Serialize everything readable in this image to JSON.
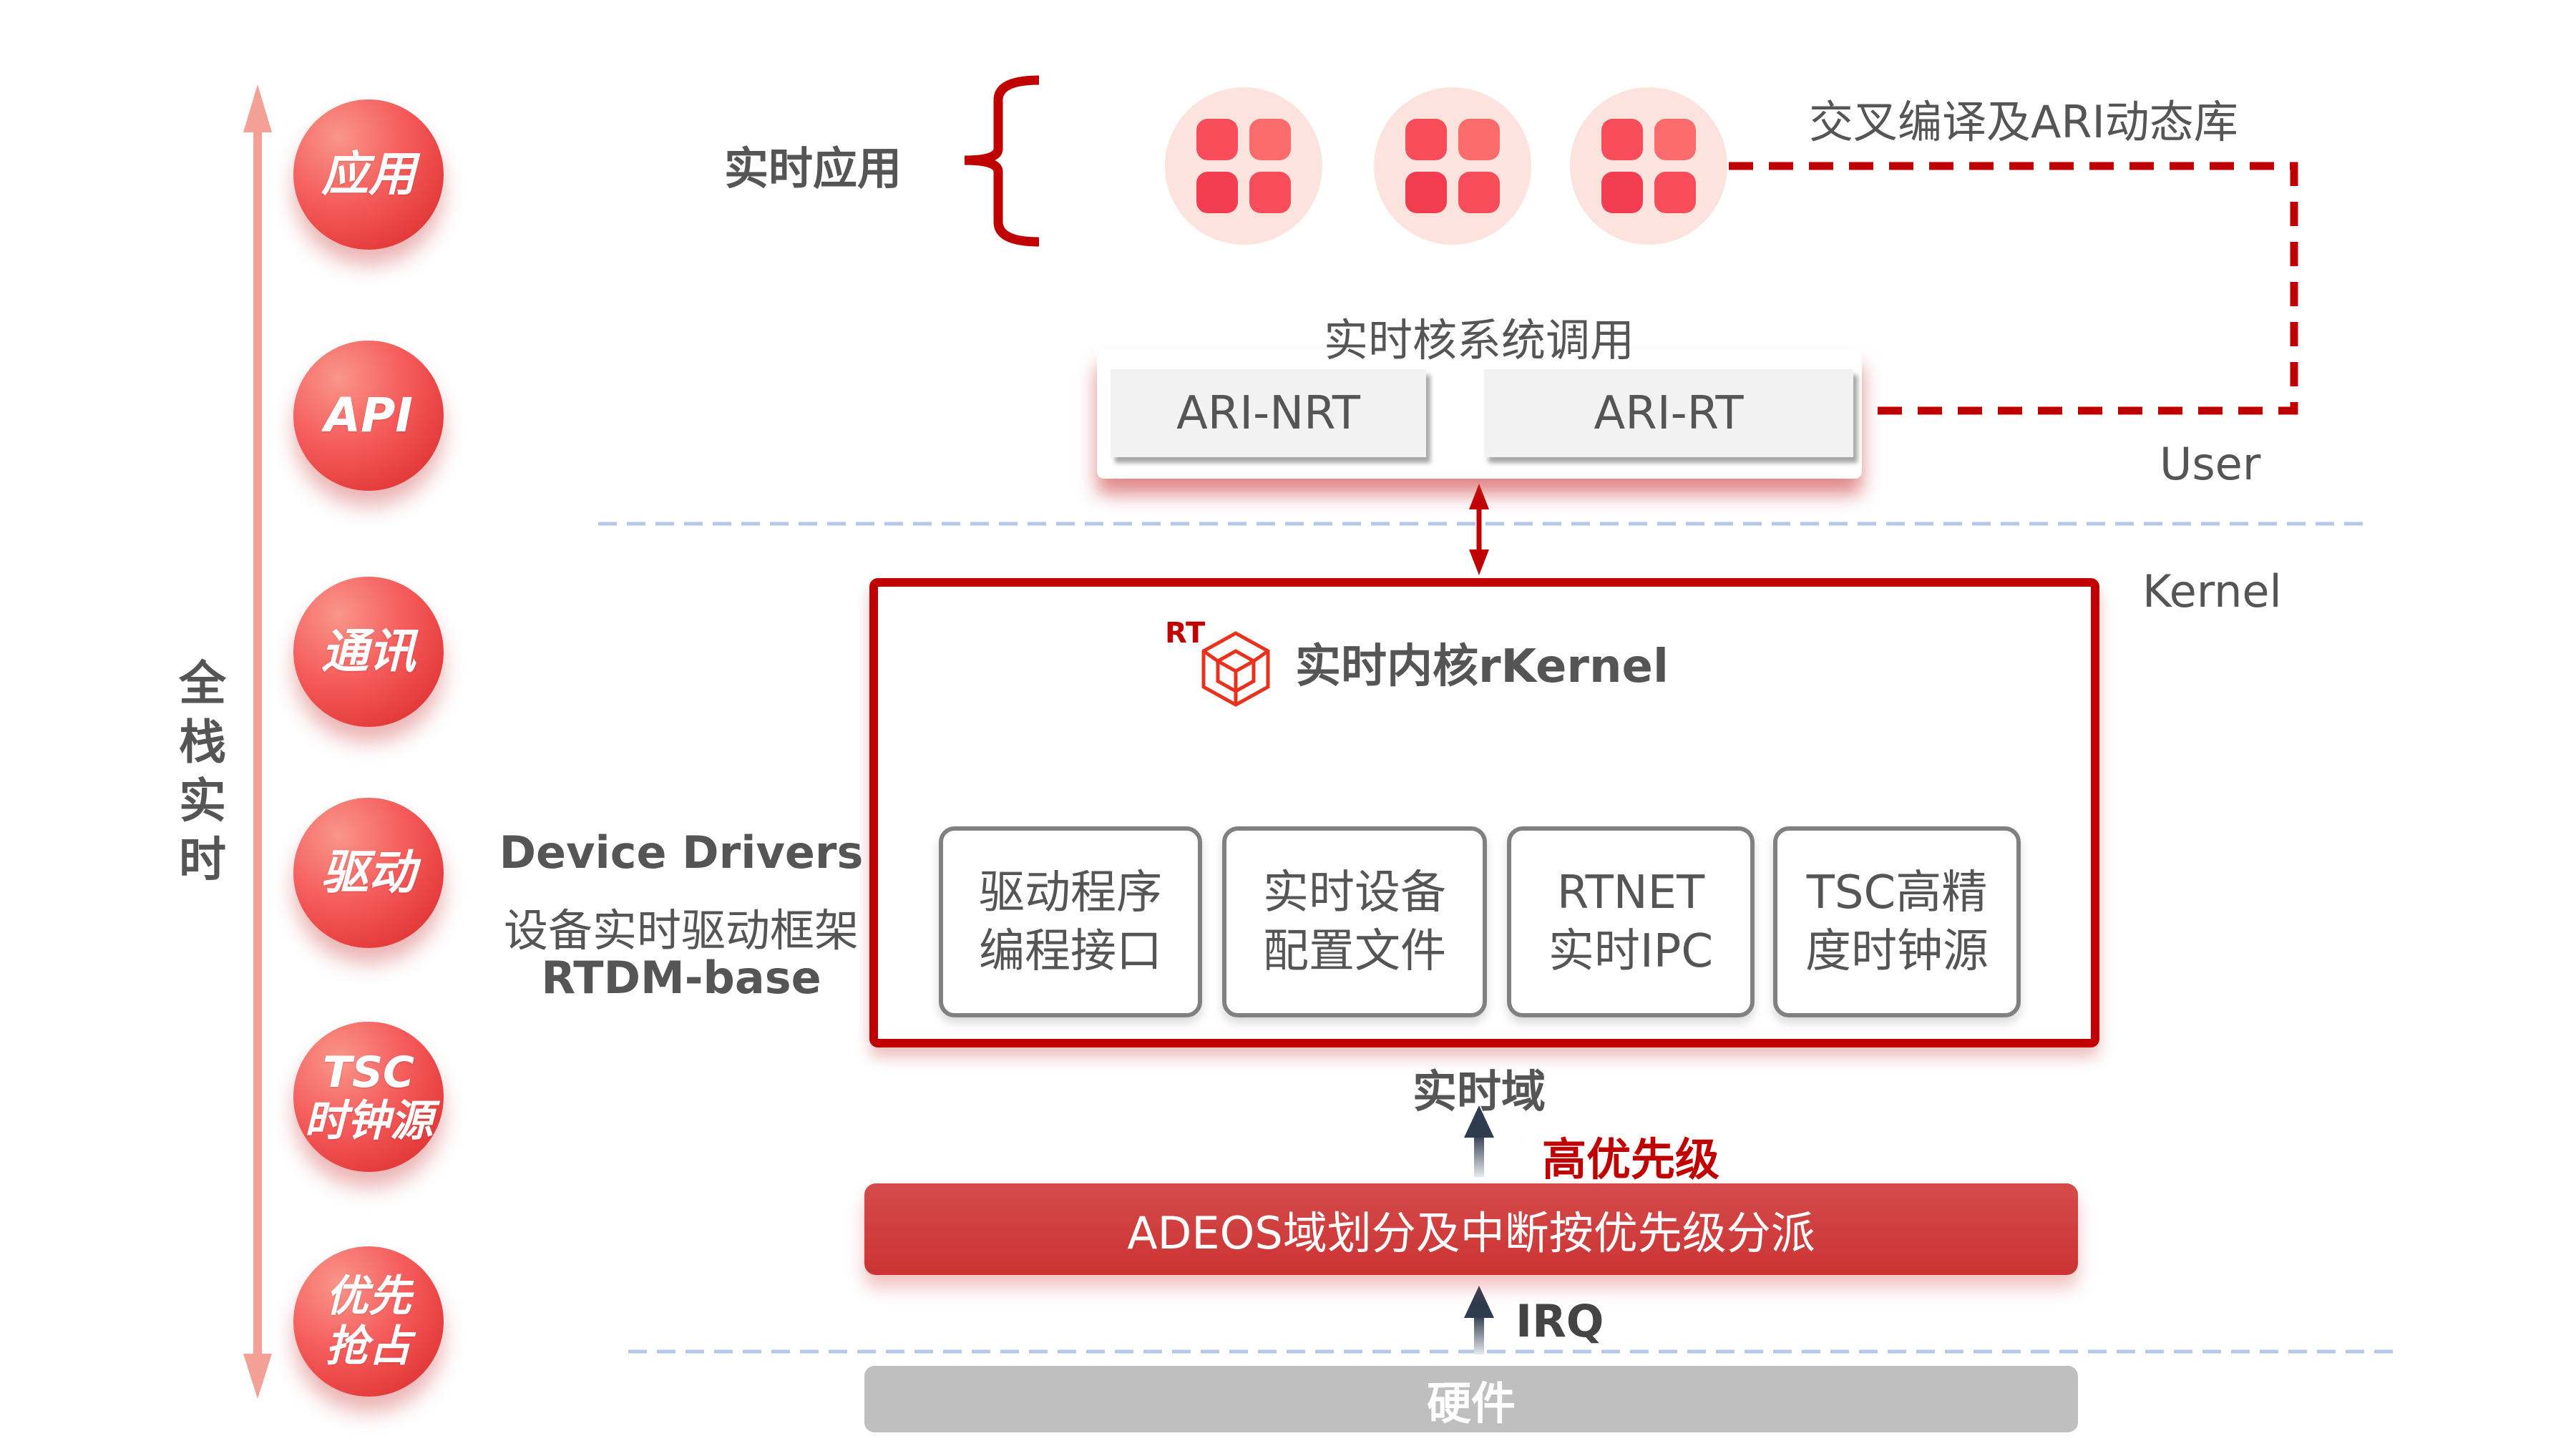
{
  "left_axis": {
    "title": "全栈实时",
    "layers": [
      {
        "label": "应用"
      },
      {
        "label": "API"
      },
      {
        "label": "通讯"
      },
      {
        "label": "驱动"
      },
      {
        "label": "TSC\n时钟源"
      },
      {
        "label": "优先\n抢占"
      }
    ]
  },
  "user_space": {
    "apps_label": "实时应用",
    "app_icons": [
      "app-grid-icon",
      "app-grid-icon",
      "app-grid-icon"
    ],
    "cross_compile_label": "交叉编译及ARI动态库",
    "syscall_label": "实时核系统调用",
    "ari_boxes": [
      {
        "label": "ARI-NRT"
      },
      {
        "label": "ARI-RT"
      }
    ],
    "zone_label": "User"
  },
  "kernel_space": {
    "zone_label": "Kernel",
    "rt_badge": "RT",
    "title": "实时内核rKernel",
    "drivers_label": {
      "line1": "Device Drivers",
      "line2": "设备实时驱动框架",
      "line3": "RTDM-base"
    },
    "modules": [
      {
        "label": "驱动程序\n编程接口"
      },
      {
        "label": "实时设备\n配置文件"
      },
      {
        "label": "RTNET\n实时IPC"
      },
      {
        "label": "TSC高精\n度时钟源"
      }
    ],
    "realtime_domain_label": "实时域",
    "priority_label": "高优先级",
    "adeos_label": "ADEOS域划分及中断按优先级分派",
    "irq_label": "IRQ"
  },
  "hardware": {
    "label": "硬件"
  },
  "colors": {
    "accent_red": "#c00000",
    "ball_red": "#f55a5a",
    "adeos_red": "#cc3333",
    "hardware_gray": "#bfbfbf",
    "divider_blue": "#b4c7e7",
    "axis_pink": "#f4a096"
  }
}
